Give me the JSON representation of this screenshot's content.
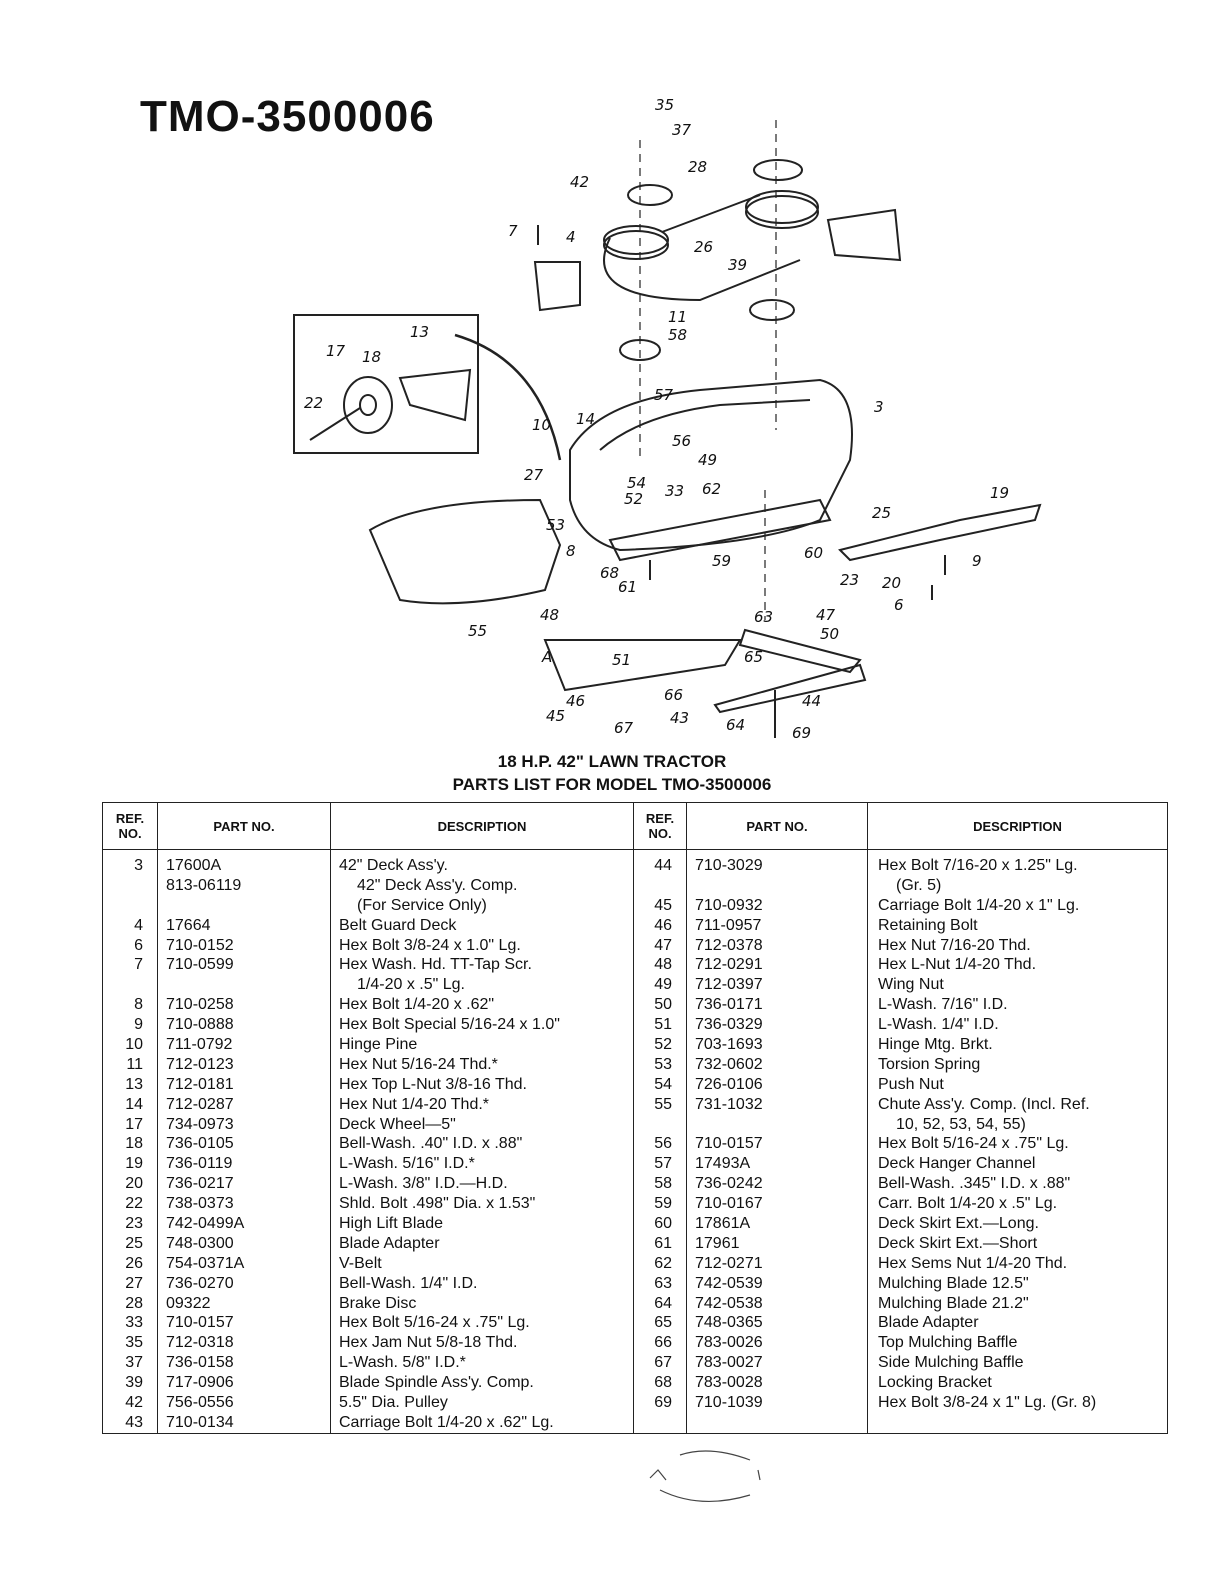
{
  "model_title": "TMO-3500006",
  "caption_line1": "18 H.P. 42\" LAWN TRACTOR",
  "caption_line2": "PARTS LIST FOR MODEL TMO-3500006",
  "table_headers": {
    "ref_no": "REF. NO.",
    "part_no": "PART NO.",
    "description": "DESCRIPTION"
  },
  "diagram_callouts": [
    "35",
    "37",
    "28",
    "42",
    "4",
    "26",
    "39",
    "7",
    "11",
    "58",
    "13",
    "17",
    "18",
    "22",
    "10",
    "14",
    "57",
    "56",
    "49",
    "3",
    "27",
    "54",
    "52",
    "33",
    "62",
    "59",
    "19",
    "25",
    "9",
    "53",
    "8",
    "68",
    "61",
    "60",
    "23",
    "20",
    "6",
    "55",
    "48",
    "A",
    "51",
    "46",
    "66",
    "45",
    "67",
    "43",
    "63",
    "47",
    "50",
    "65",
    "64",
    "44",
    "69"
  ],
  "parts_left": [
    {
      "ref": "3",
      "part": [
        "17600A",
        "813-06119",
        ""
      ],
      "desc": [
        "42\" Deck Ass'y.",
        "42\" Deck Ass'y. Comp.",
        "(For Service Only)"
      ]
    },
    {
      "ref": "4",
      "part": [
        "17664"
      ],
      "desc": [
        "Belt Guard Deck"
      ]
    },
    {
      "ref": "6",
      "part": [
        "710-0152"
      ],
      "desc": [
        "Hex Bolt 3/8-24 x 1.0\" Lg."
      ]
    },
    {
      "ref": "7",
      "part": [
        "710-0599",
        ""
      ],
      "desc": [
        "Hex Wash. Hd. TT-Tap Scr.",
        "1/4-20 x .5\" Lg."
      ]
    },
    {
      "ref": "8",
      "part": [
        "710-0258"
      ],
      "desc": [
        "Hex Bolt 1/4-20 x .62\""
      ]
    },
    {
      "ref": "9",
      "part": [
        "710-0888"
      ],
      "desc": [
        "Hex Bolt Special 5/16-24 x 1.0\""
      ]
    },
    {
      "ref": "10",
      "part": [
        "711-0792"
      ],
      "desc": [
        "Hinge Pine"
      ]
    },
    {
      "ref": "11",
      "part": [
        "712-0123"
      ],
      "desc": [
        "Hex Nut 5/16-24 Thd.*"
      ]
    },
    {
      "ref": "13",
      "part": [
        "712-0181"
      ],
      "desc": [
        "Hex Top L-Nut 3/8-16 Thd."
      ]
    },
    {
      "ref": "14",
      "part": [
        "712-0287"
      ],
      "desc": [
        "Hex Nut 1/4-20 Thd.*"
      ]
    },
    {
      "ref": "17",
      "part": [
        "734-0973"
      ],
      "desc": [
        "Deck Wheel—5\""
      ]
    },
    {
      "ref": "18",
      "part": [
        "736-0105"
      ],
      "desc": [
        "Bell-Wash. .40\" I.D. x .88\""
      ]
    },
    {
      "ref": "19",
      "part": [
        "736-0119"
      ],
      "desc": [
        "L-Wash. 5/16\" I.D.*"
      ]
    },
    {
      "ref": "20",
      "part": [
        "736-0217"
      ],
      "desc": [
        "L-Wash. 3/8\" I.D.—H.D."
      ]
    },
    {
      "ref": "22",
      "part": [
        "738-0373"
      ],
      "desc": [
        "Shld. Bolt .498\" Dia. x 1.53\""
      ]
    },
    {
      "ref": "23",
      "part": [
        "742-0499A"
      ],
      "desc": [
        "High Lift Blade"
      ]
    },
    {
      "ref": "25",
      "part": [
        "748-0300"
      ],
      "desc": [
        "Blade Adapter"
      ]
    },
    {
      "ref": "26",
      "part": [
        "754-0371A"
      ],
      "desc": [
        "V-Belt"
      ]
    },
    {
      "ref": "27",
      "part": [
        "736-0270"
      ],
      "desc": [
        "Bell-Wash. 1/4\" I.D."
      ]
    },
    {
      "ref": "28",
      "part": [
        "09322"
      ],
      "desc": [
        "Brake Disc"
      ]
    },
    {
      "ref": "33",
      "part": [
        "710-0157"
      ],
      "desc": [
        "Hex Bolt 5/16-24 x .75\" Lg."
      ]
    },
    {
      "ref": "35",
      "part": [
        "712-0318"
      ],
      "desc": [
        "Hex Jam Nut 5/8-18 Thd."
      ]
    },
    {
      "ref": "37",
      "part": [
        "736-0158"
      ],
      "desc": [
        "L-Wash. 5/8\" I.D.*"
      ]
    },
    {
      "ref": "39",
      "part": [
        "717-0906"
      ],
      "desc": [
        "Blade Spindle Ass'y. Comp."
      ]
    },
    {
      "ref": "42",
      "part": [
        "756-0556"
      ],
      "desc": [
        "5.5\" Dia. Pulley"
      ]
    },
    {
      "ref": "43",
      "part": [
        "710-0134"
      ],
      "desc": [
        "Carriage Bolt 1/4-20 x .62\" Lg."
      ]
    }
  ],
  "parts_right": [
    {
      "ref": "44",
      "part": [
        "710-3029",
        ""
      ],
      "desc": [
        "Hex Bolt 7/16-20 x 1.25\" Lg.",
        "(Gr. 5)"
      ]
    },
    {
      "ref": "45",
      "part": [
        "710-0932"
      ],
      "desc": [
        "Carriage Bolt 1/4-20 x 1\" Lg."
      ]
    },
    {
      "ref": "46",
      "part": [
        "711-0957"
      ],
      "desc": [
        "Retaining Bolt"
      ]
    },
    {
      "ref": "47",
      "part": [
        "712-0378"
      ],
      "desc": [
        "Hex Nut 7/16-20 Thd."
      ]
    },
    {
      "ref": "48",
      "part": [
        "712-0291"
      ],
      "desc": [
        "Hex L-Nut 1/4-20 Thd."
      ]
    },
    {
      "ref": "49",
      "part": [
        "712-0397"
      ],
      "desc": [
        "Wing Nut"
      ]
    },
    {
      "ref": "50",
      "part": [
        "736-0171"
      ],
      "desc": [
        "L-Wash. 7/16\" I.D."
      ]
    },
    {
      "ref": "51",
      "part": [
        "736-0329"
      ],
      "desc": [
        "L-Wash. 1/4\" I.D."
      ]
    },
    {
      "ref": "52",
      "part": [
        "703-1693"
      ],
      "desc": [
        "Hinge Mtg. Brkt."
      ]
    },
    {
      "ref": "53",
      "part": [
        "732-0602"
      ],
      "desc": [
        "Torsion Spring"
      ]
    },
    {
      "ref": "54",
      "part": [
        "726-0106"
      ],
      "desc": [
        "Push Nut"
      ]
    },
    {
      "ref": "55",
      "part": [
        "731-1032",
        ""
      ],
      "desc": [
        "Chute Ass'y. Comp. (Incl. Ref.",
        "10, 52, 53, 54, 55)"
      ]
    },
    {
      "ref": "56",
      "part": [
        "710-0157"
      ],
      "desc": [
        "Hex Bolt 5/16-24 x .75\" Lg."
      ]
    },
    {
      "ref": "57",
      "part": [
        "17493A"
      ],
      "desc": [
        "Deck Hanger Channel"
      ]
    },
    {
      "ref": "58",
      "part": [
        "736-0242"
      ],
      "desc": [
        "Bell-Wash. .345\" I.D. x .88\""
      ]
    },
    {
      "ref": "59",
      "part": [
        "710-0167"
      ],
      "desc": [
        "Carr. Bolt 1/4-20 x .5\" Lg."
      ]
    },
    {
      "ref": "60",
      "part": [
        "17861A"
      ],
      "desc": [
        "Deck Skirt Ext.—Long."
      ]
    },
    {
      "ref": "61",
      "part": [
        "17961"
      ],
      "desc": [
        "Deck Skirt Ext.—Short"
      ]
    },
    {
      "ref": "62",
      "part": [
        "712-0271"
      ],
      "desc": [
        "Hex Sems Nut 1/4-20 Thd."
      ]
    },
    {
      "ref": "63",
      "part": [
        "742-0539"
      ],
      "desc": [
        "Mulching Blade 12.5\""
      ]
    },
    {
      "ref": "64",
      "part": [
        "742-0538"
      ],
      "desc": [
        "Mulching Blade 21.2\""
      ]
    },
    {
      "ref": "65",
      "part": [
        "748-0365"
      ],
      "desc": [
        "Blade Adapter"
      ]
    },
    {
      "ref": "66",
      "part": [
        "783-0026"
      ],
      "desc": [
        "Top Mulching Baffle"
      ]
    },
    {
      "ref": "67",
      "part": [
        "783-0027"
      ],
      "desc": [
        "Side Mulching Baffle"
      ]
    },
    {
      "ref": "68",
      "part": [
        "783-0028"
      ],
      "desc": [
        "Locking Bracket"
      ]
    },
    {
      "ref": "69",
      "part": [
        "710-1039"
      ],
      "desc": [
        "Hex Bolt 3/8-24 x 1\" Lg. (Gr. 8)"
      ]
    }
  ]
}
